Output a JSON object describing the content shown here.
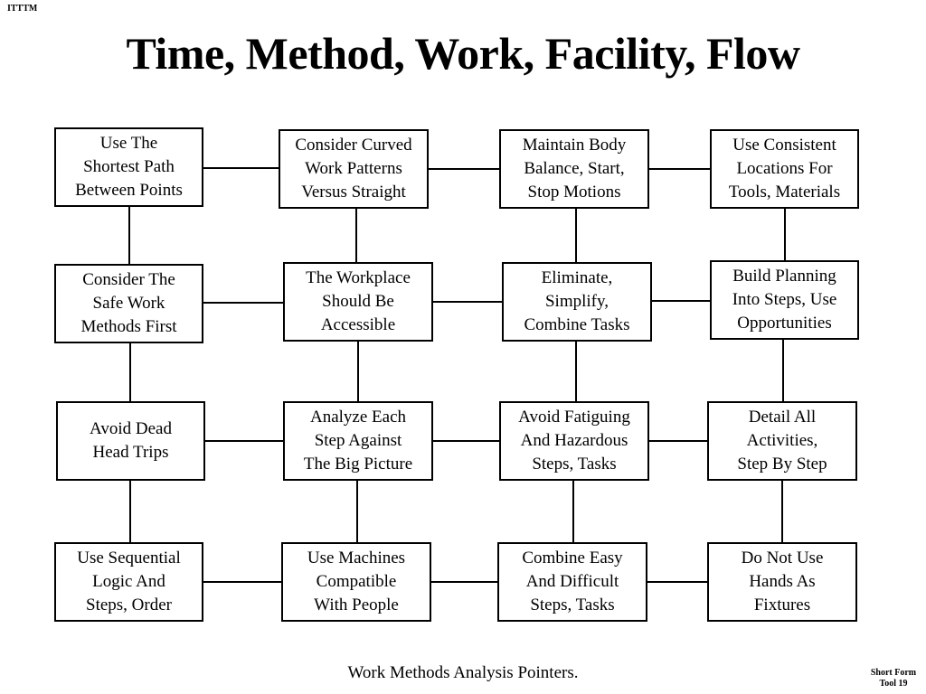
{
  "corner_tag": "ITTTM",
  "title": "Time, Method, Work, Facility, Flow",
  "boxes": [
    [
      "Use The\nShortest Path\nBetween Points",
      "Consider Curved\nWork Patterns\nVersus Straight",
      "Maintain Body\nBalance, Start,\nStop Motions",
      "Use Consistent\nLocations For\nTools, Materials"
    ],
    [
      "Consider The\nSafe Work\nMethods First",
      "The Workplace\nShould Be\nAccessible",
      "Eliminate,\nSimplify,\nCombine Tasks",
      "Build Planning\nInto Steps, Use\nOpportunities"
    ],
    [
      "Avoid Dead\nHead Trips",
      "Analyze Each\nStep Against\nThe Big Picture",
      "Avoid Fatiguing\nAnd Hazardous\nSteps, Tasks",
      "Detail All\nActivities,\nStep By Step"
    ],
    [
      "Use Sequential\nLogic And\nSteps, Order",
      "Use Machines\nCompatible\nWith People",
      "Combine Easy\nAnd Difficult\nSteps, Tasks",
      "Do Not Use\nHands As\nFixtures"
    ]
  ],
  "caption": "Work Methods Analysis Pointers.",
  "footer_tag": [
    "Short Form",
    "Tool 19"
  ]
}
